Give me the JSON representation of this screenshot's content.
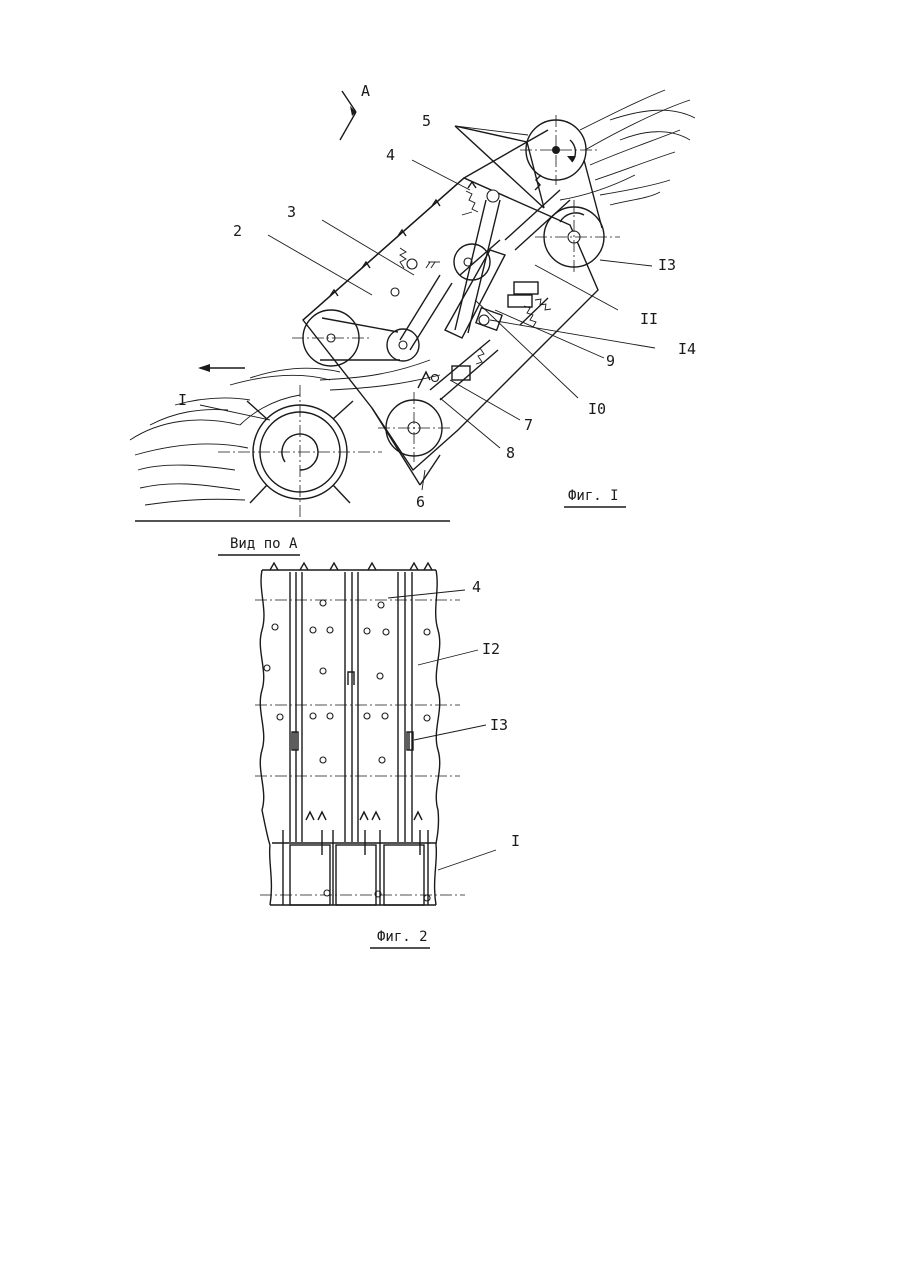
{
  "figure1": {
    "caption": "Фиг. I",
    "view_marker": "А",
    "labels": {
      "l1": "I",
      "l2": "2",
      "l3": "3",
      "l4": "4",
      "l5": "5",
      "l6": "6",
      "l7": "7",
      "l8": "8",
      "l9": "9",
      "l10": "I0",
      "l11": "II",
      "l13": "I3",
      "l14": "I4"
    }
  },
  "figure2": {
    "view_title": "Вид по А",
    "caption": "Фиг. 2",
    "labels": {
      "l4": "4",
      "l12": "I2",
      "l13": "I3",
      "l1": "I"
    }
  }
}
